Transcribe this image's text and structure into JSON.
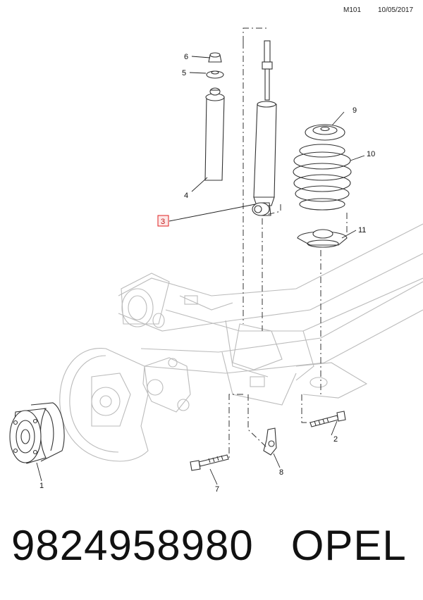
{
  "header": {
    "code": "M101",
    "date": "10/05/2017"
  },
  "callouts": {
    "c1": "1",
    "c2": "2",
    "c3": "3",
    "c4": "4",
    "c5": "5",
    "c6": "6",
    "c7": "7",
    "c8": "8",
    "c9": "9",
    "c10": "10",
    "c11": "11"
  },
  "highlight": {
    "color": "#e02020"
  },
  "footer": {
    "part_number": "9824958980",
    "brand": "OPEL"
  }
}
